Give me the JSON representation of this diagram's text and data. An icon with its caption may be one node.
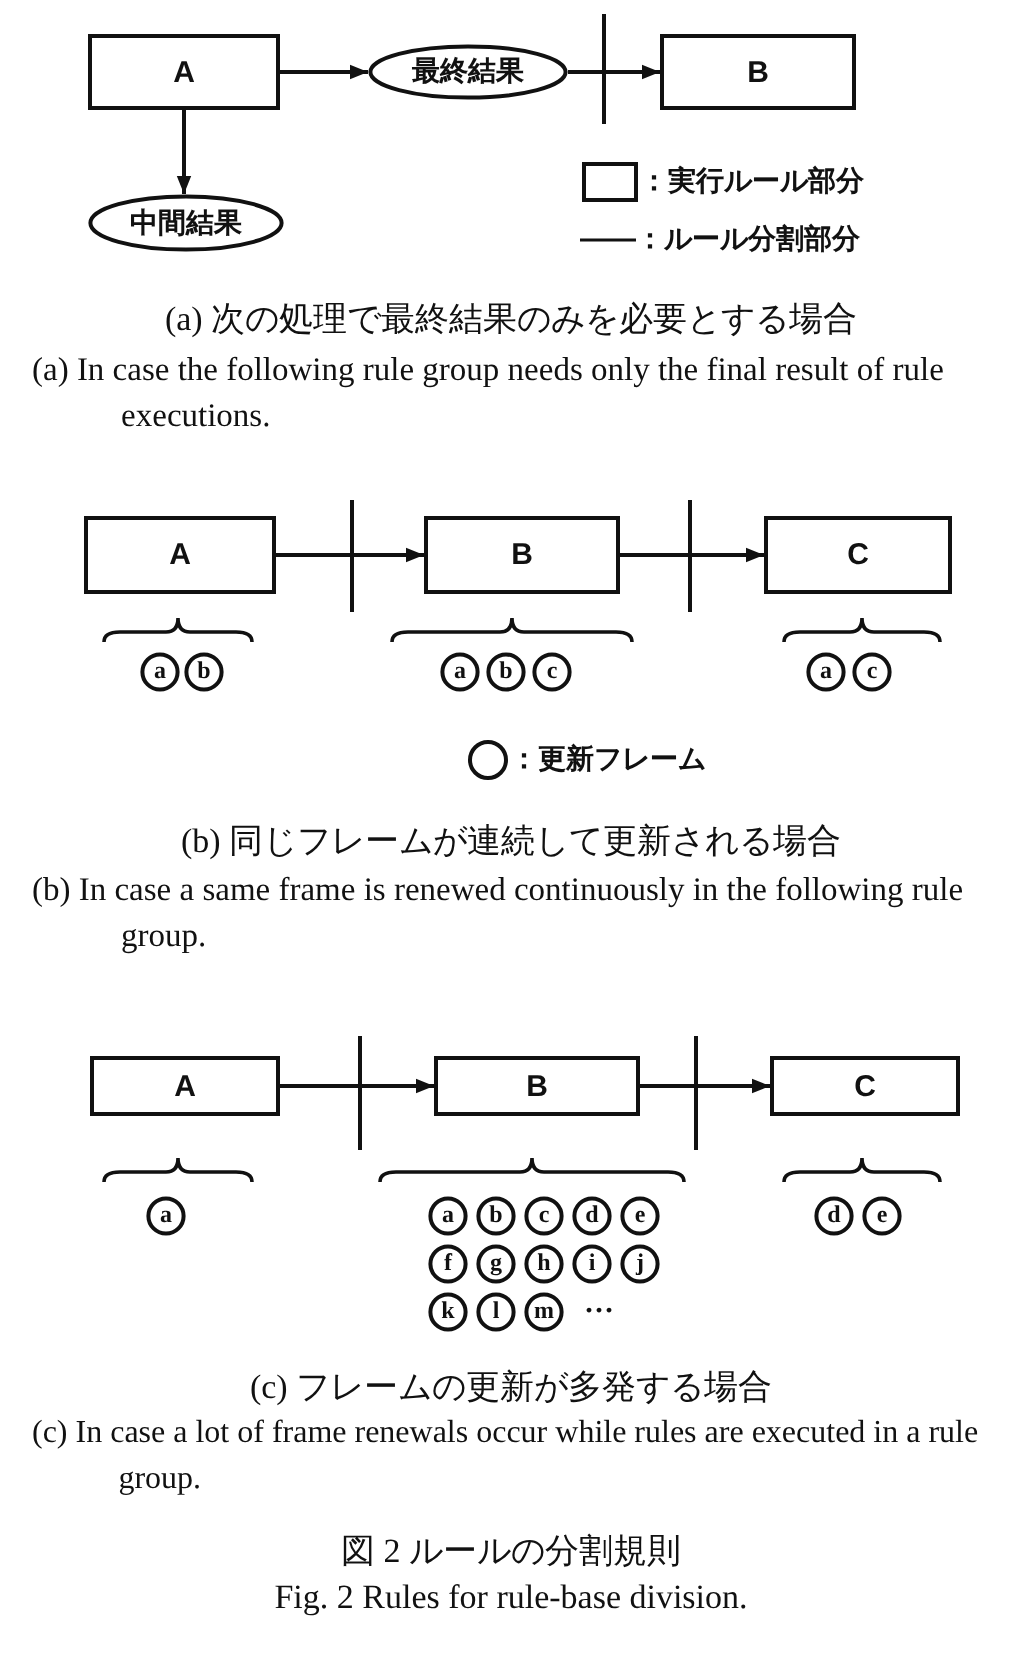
{
  "diagram": {
    "nodes": [
      {
        "text": [
          "A"
        ]
      },
      {
        "text": [
          "最終結果"
        ]
      },
      {
        "text": [
          "B"
        ]
      },
      {
        "text": [
          "中間結果"
        ]
      },
      {
        "text": [
          "A"
        ]
      },
      {
        "text": [
          "B"
        ]
      },
      {
        "text": [
          "C"
        ]
      },
      {
        "text": [
          "a"
        ]
      },
      {
        "text": [
          "b"
        ]
      },
      {
        "text": [
          "a"
        ]
      },
      {
        "text": [
          "b"
        ]
      },
      {
        "text": [
          "c"
        ]
      },
      {
        "text": [
          "a"
        ]
      },
      {
        "text": [
          "c"
        ]
      },
      {
        "text": [
          "A"
        ]
      },
      {
        "text": [
          "B"
        ]
      },
      {
        "text": [
          "C"
        ]
      },
      {
        "text": [
          "a"
        ]
      },
      {
        "text": [
          "a"
        ]
      },
      {
        "text": [
          "b"
        ]
      },
      {
        "text": [
          "c"
        ]
      },
      {
        "text": [
          "d"
        ]
      },
      {
        "text": [
          "e"
        ]
      },
      {
        "text": [
          "f"
        ]
      },
      {
        "text": [
          "g"
        ]
      },
      {
        "text": [
          "h"
        ]
      },
      {
        "text": [
          "i"
        ]
      },
      {
        "text": [
          "j"
        ]
      },
      {
        "text": [
          "k"
        ]
      },
      {
        "text": [
          "l"
        ]
      },
      {
        "text": [
          "m"
        ]
      },
      {
        "text": [
          "d"
        ]
      },
      {
        "text": [
          "e"
        ]
      }
    ],
    "edges": [
      {
        "from": 0,
        "to": 1,
        "arrow": "to"
      },
      {
        "from": 1,
        "to": 2,
        "arrow": "to"
      },
      {
        "from": 0,
        "to": 3,
        "arrow": "to"
      },
      {
        "from": 4,
        "to": 5,
        "arrow": "to"
      },
      {
        "from": 5,
        "to": 6,
        "arrow": "to"
      },
      {
        "from": 14,
        "to": 15,
        "arrow": "to"
      },
      {
        "from": 15,
        "to": 16,
        "arrow": "to"
      }
    ],
    "labels": [
      "(a) 次の処理で最終結果のみを必要とする場合",
      "(a) In case the following rule group needs only the final result of rule executions.",
      "(b) 同じフレームが連続して更新される場合",
      "(b) In case a same frame is renewed continuously in the following rule group.",
      "···",
      "(c) フレームの更新が多発する場合",
      "(c) In case a lot of frame renewals occur while rules are executed in a rule group.",
      "図 2 ルールの分割規則",
      "Fig. 2 Rules for rule-base division."
    ],
    "legend": [
      {
        "text": "：実行ルール部分"
      },
      {
        "text": "：ルール分割部分"
      },
      {
        "text": "：更新フレーム"
      }
    ]
  }
}
